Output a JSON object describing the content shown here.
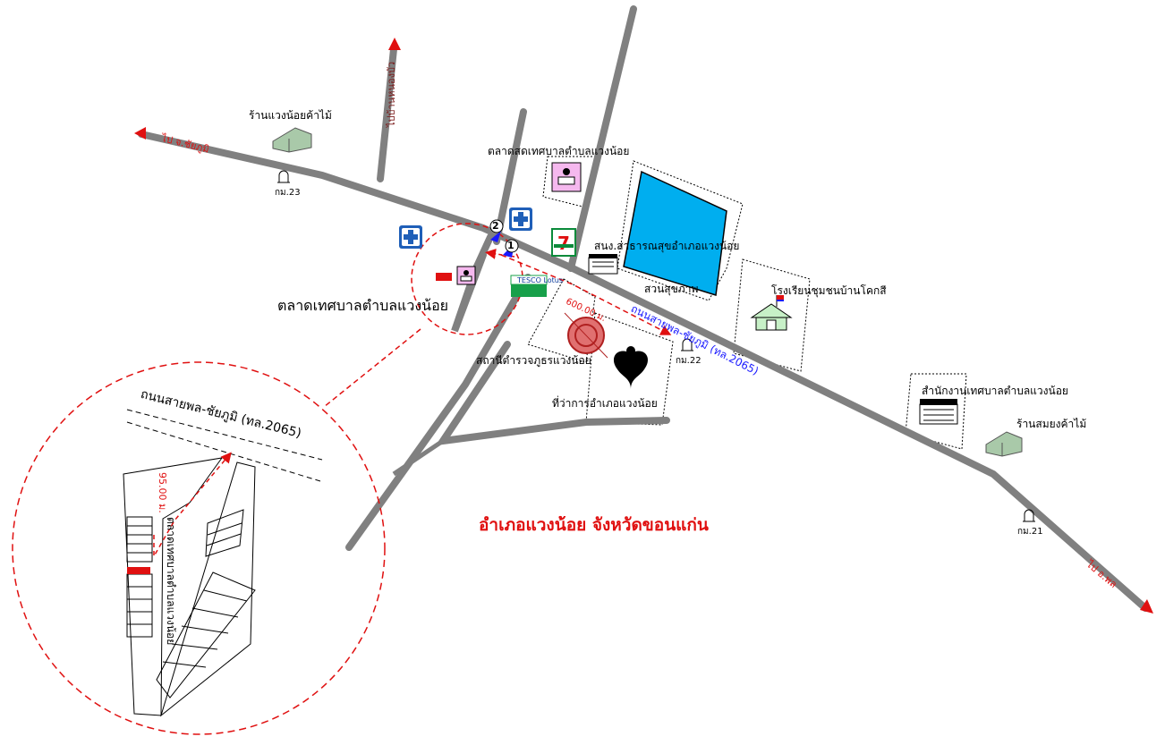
{
  "title": "อำเภอแวงน้อย จังหวัดขอนแก่น",
  "roads": {
    "main_road_label": "ถนนสายพล-ชัยภูมิ (ทล.2065)",
    "to_chaiyaphum": "ไป จ.ชัยภูมิ",
    "to_phon": "ไป อ.พล",
    "to_north": "ไปบ้านหนองบัว"
  },
  "km_markers": [
    "กม.23",
    "กม.22",
    "กม.21"
  ],
  "places": {
    "timber_shop_west": "ร้านแวงน้อยค้าไม้",
    "market_upper": "ตลาดสดเทศบาลตำบลแวงน้อย",
    "health_office": "สนง.สาธารณสุขอำเภอแวงน้อย",
    "park": "สวนสุขภาพ",
    "school": "โรงเรียนชุมชนบ้านโคกสี",
    "market_main": "ตลาดเทศบาลตำบลแวงน้อย",
    "police": "สถานีตำรวจภูธรแวงน้อย",
    "district_office": "ที่ว่าการอำเภอแวงน้อย",
    "municipal_office": "สำนักงานเทศบาลตำบลแวงน้อย",
    "timber_shop_east": "ร้านสมยงค้าไม้",
    "tesco": "TESCO Lotus",
    "seven_eleven": "7-ELEVEn"
  },
  "distances": {
    "main": "600.00 ม.",
    "inset": "95.00 ม."
  },
  "numbers": [
    "1",
    "2"
  ],
  "inset": {
    "road_label": "ถนนสายพล-ชัยภูมิ (ทล.2065)",
    "market_label": "ตลาดเทศบาลตำบลแวงน้อย"
  },
  "colors": {
    "road": "#808080",
    "route": "#e01010",
    "park": "#00aeef",
    "road_label": "#1a1aff"
  },
  "icons": [
    "warehouse-icon",
    "km-marker-icon",
    "hospital-icon",
    "seven-eleven-icon",
    "tesco-lotus-icon",
    "government-building-icon",
    "school-icon",
    "police-seal-icon",
    "garuda-emblem-icon",
    "market-icon",
    "north-arrow-icon"
  ]
}
